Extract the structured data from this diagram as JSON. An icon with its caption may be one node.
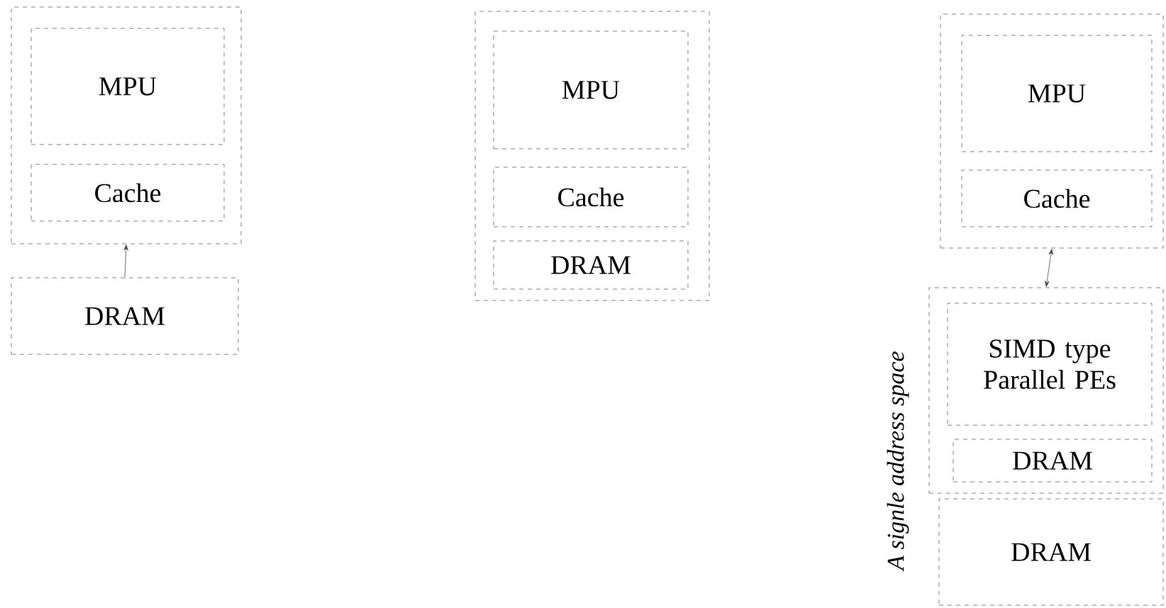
{
  "diagram": {
    "nodes": [
      {
        "text": [],
        "shape": "box"
      },
      {
        "text": [
          "MPU"
        ],
        "in": 0
      },
      {
        "text": [
          "Cache"
        ],
        "in": 0
      },
      {
        "text": [
          "DRAM"
        ]
      },
      {
        "text": [],
        "shape": "box"
      },
      {
        "text": [
          "MPU"
        ],
        "in": 4
      },
      {
        "text": [
          "Cache"
        ],
        "in": 4
      },
      {
        "text": [
          "DRAM"
        ],
        "in": 4
      },
      {
        "text": [],
        "shape": "box"
      },
      {
        "text": [
          "MPU"
        ],
        "in": 8
      },
      {
        "text": [
          "Cache"
        ],
        "in": 8
      },
      {
        "text": [],
        "shape": "box"
      },
      {
        "text": [
          "SIMD type Parallel PEs"
        ],
        "in": 11
      },
      {
        "text": [
          "DRAM"
        ],
        "in": 11
      },
      {
        "text": [
          "DRAM"
        ]
      }
    ],
    "edges": [
      {
        "from": 3,
        "to": 0,
        "arrow": "to"
      },
      {
        "from": 11,
        "to": 8,
        "arrow": "both"
      }
    ],
    "labels": [
      "A signle address space"
    ]
  }
}
